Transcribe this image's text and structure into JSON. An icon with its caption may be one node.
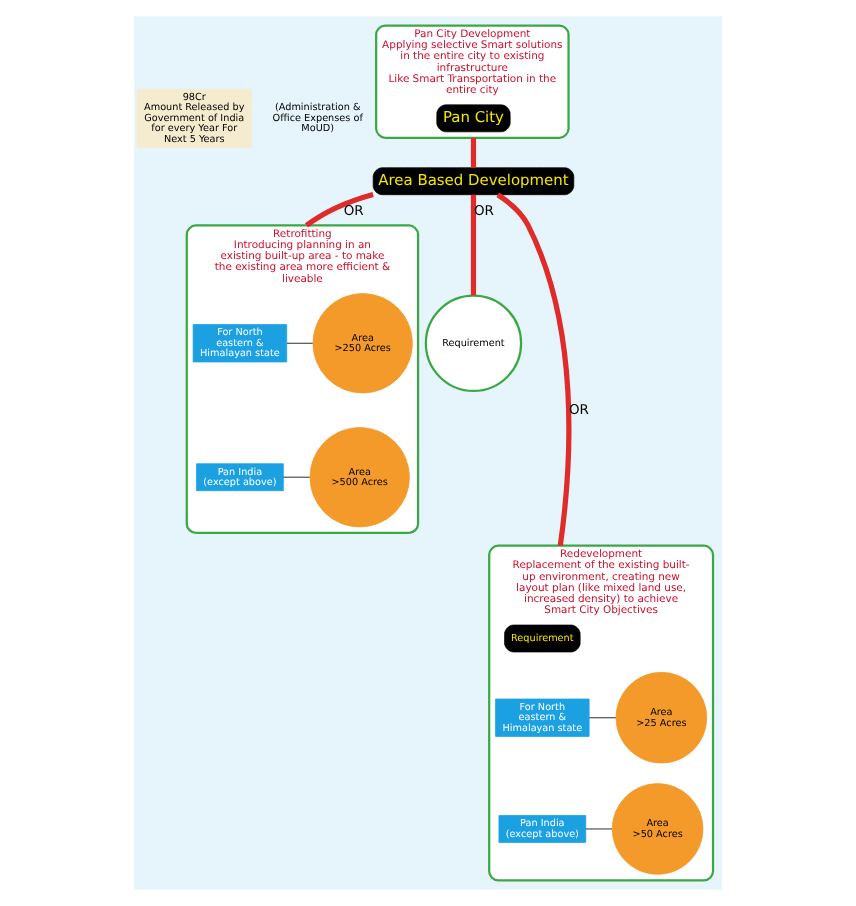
{
  "diagram": {
    "nodes": [
      {
        "text": [
          "98Cr",
          "Amount Released by Government of India for every Year For Next 5 Years"
        ]
      },
      {
        "text": [
          "(Administration & Office Expenses of MoUD)"
        ]
      },
      {
        "text": [
          "Pan City Development",
          "Applying selective Smart solutions in the entire city to existing infrastructure",
          "Like Smart Transportation in the entire city"
        ]
      },
      {
        "text": [
          "Pan City"
        ],
        "in": 2
      },
      {
        "text": [
          "Area Based Development"
        ]
      },
      {
        "text": [
          "Retrofitting",
          "Introducing planning in an existing built-up area - to make the existing area more efficient & liveable"
        ]
      },
      {
        "text": [
          "For North eastern & Himalayan state"
        ],
        "in": 5
      },
      {
        "text": [
          "Area",
          ">250 Acres"
        ],
        "in": 5
      },
      {
        "text": [
          "Pan India (except above)"
        ],
        "in": 5
      },
      {
        "text": [
          "Area",
          ">500 Acres"
        ],
        "in": 5
      },
      {
        "text": [
          "Requirement"
        ]
      },
      {
        "text": [
          "Redevelopment",
          "Replacement of the existing built-up environment, creating new layout plan (like mixed land use, increased density) to achieve Smart City Objectives"
        ]
      },
      {
        "text": [
          "Requirement"
        ],
        "in": 11
      },
      {
        "text": [
          "For North eastern & Himalayan state"
        ],
        "in": 11
      },
      {
        "text": [
          "Area",
          ">25 Acres"
        ],
        "in": 11
      },
      {
        "text": [
          "Pan India (except above)"
        ],
        "in": 11
      },
      {
        "text": [
          "Area",
          ">50 Acres"
        ],
        "in": 11
      }
    ],
    "edges": [
      {
        "from": 2,
        "to": 4,
        "arrow": "none",
        "style": "thick",
        "color": "#e02b2b"
      },
      {
        "from": 4,
        "to": 5,
        "arrow": "none",
        "label": "OR",
        "style": "thick",
        "color": "#e02b2b"
      },
      {
        "from": 4,
        "to": 10,
        "arrow": "none",
        "label": "OR",
        "style": "thick",
        "color": "#e02b2b"
      },
      {
        "from": 4,
        "to": 11,
        "arrow": "none",
        "label": "OR",
        "style": "thick",
        "color": "#e02b2b"
      },
      {
        "from": 6,
        "to": 7,
        "arrow": "none",
        "color": "#444444"
      },
      {
        "from": 8,
        "to": 9,
        "arrow": "none",
        "color": "#444444"
      },
      {
        "from": 13,
        "to": 14,
        "arrow": "none",
        "color": "#444444"
      },
      {
        "from": 15,
        "to": 16,
        "arrow": "none",
        "color": "#444444"
      }
    ]
  }
}
